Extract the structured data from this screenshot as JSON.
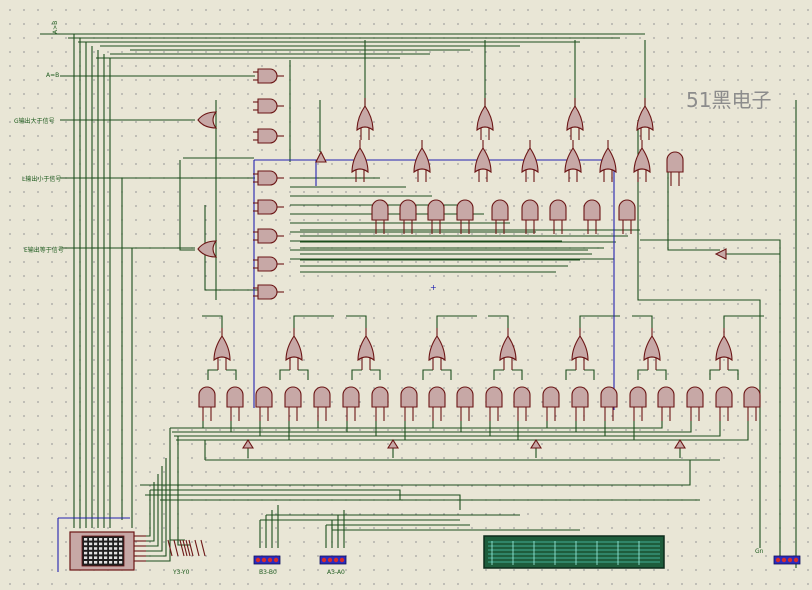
{
  "watermark": "51黑电子",
  "labels": {
    "top_input": "A>B",
    "a_eq_b": "A=B",
    "input_greater": "G输出大于信号",
    "input_less": "L输出小于信号",
    "input_equal": "E输出等于信号",
    "group_ab": "A3-A0",
    "group_b": "B3-B0",
    "group_c": "Y3-Y0",
    "out_right": "Gn"
  },
  "colors": {
    "background": "#e9e6d6",
    "wire": "#1d4f1d",
    "bus": "#2323b0",
    "gate_fill": "#c7a8a6",
    "gate_stroke": "#6b1515",
    "display": "#1e5d3c"
  }
}
